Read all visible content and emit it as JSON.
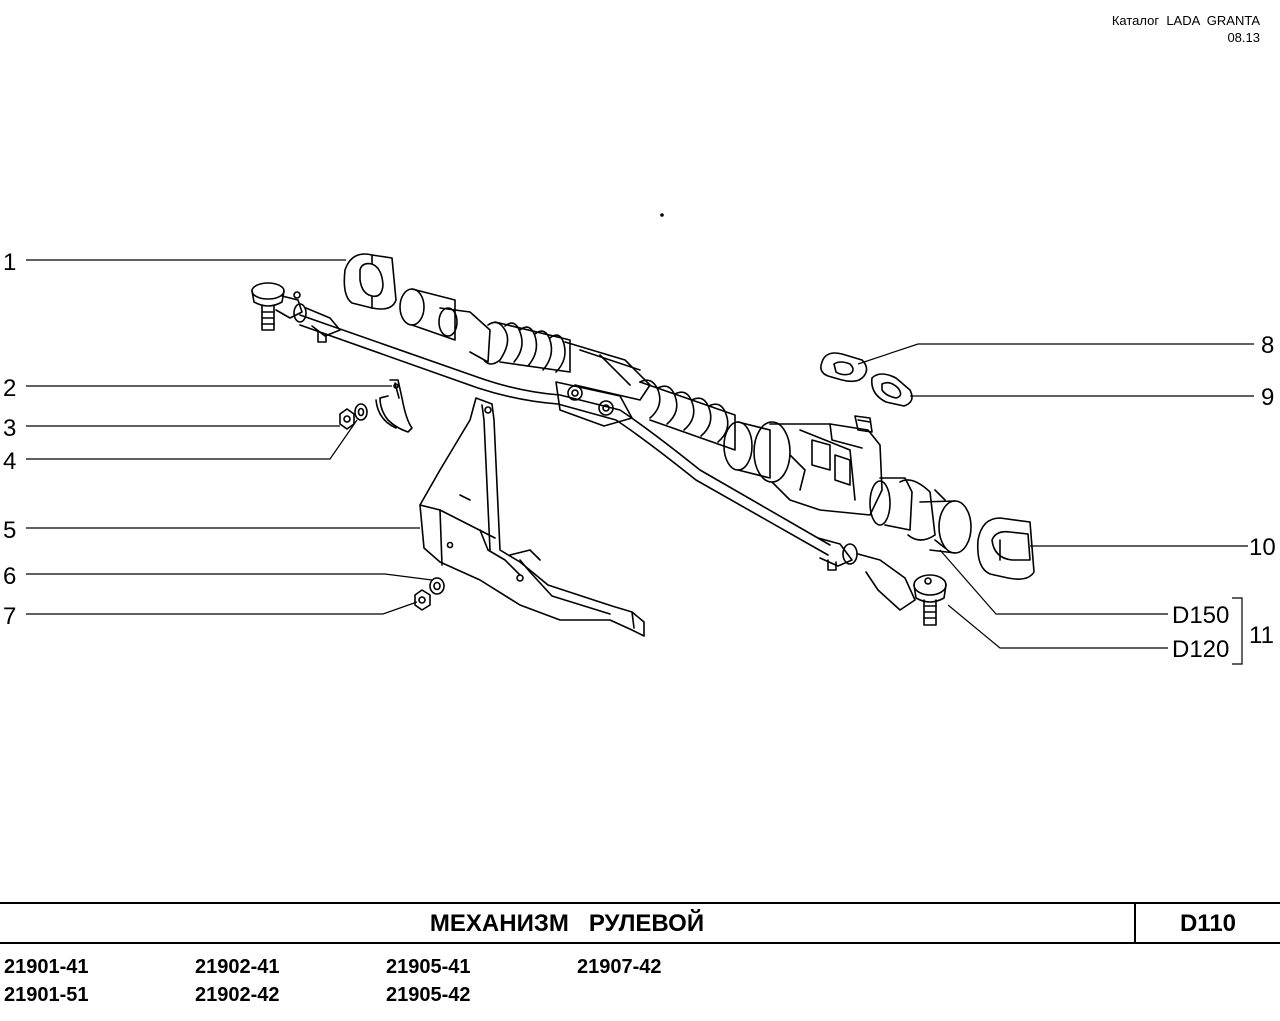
{
  "header": {
    "catalog": "Каталог  LADA  GRANTA",
    "date": "08.13"
  },
  "callouts": [
    {
      "id": "callout-1",
      "text": "1"
    },
    {
      "id": "callout-2",
      "text": "2"
    },
    {
      "id": "callout-3",
      "text": "3"
    },
    {
      "id": "callout-4",
      "text": "4"
    },
    {
      "id": "callout-5",
      "text": "5"
    },
    {
      "id": "callout-6",
      "text": "6"
    },
    {
      "id": "callout-7",
      "text": "7"
    },
    {
      "id": "callout-8",
      "text": "8"
    },
    {
      "id": "callout-9",
      "text": "9"
    },
    {
      "id": "callout-10",
      "text": "10"
    },
    {
      "id": "callout-d150",
      "text": "D150"
    },
    {
      "id": "callout-d120",
      "text": "D120"
    },
    {
      "id": "callout-11",
      "text": "11"
    }
  ],
  "title": {
    "name": "МЕХАНИЗМ   РУЛЕВОЙ",
    "code": "D110"
  },
  "models": [
    "21901-41",
    "21902-41",
    "21905-41",
    "21907-42",
    "21901-51",
    "21902-42",
    "21905-42",
    ""
  ]
}
